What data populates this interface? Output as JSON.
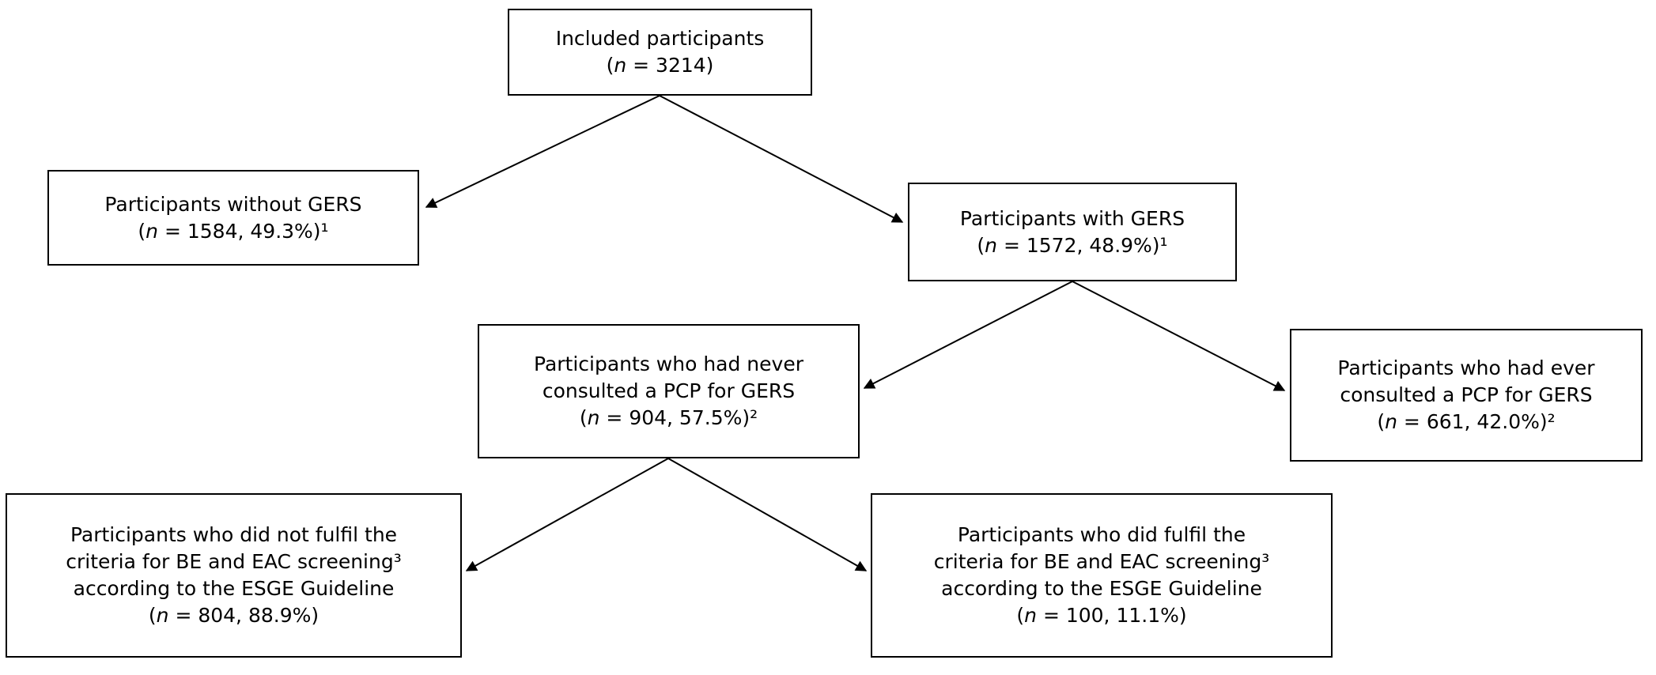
{
  "diagram": {
    "background_color": "#ffffff",
    "line_color": "#000000",
    "boxes": {
      "included": {
        "lines": [
          "Included participants"
        ],
        "stat": {
          "open": "(",
          "sym": "n",
          "rest": " = 3214)"
        }
      },
      "without_gers": {
        "lines": [
          "Participants without GERS"
        ],
        "stat": {
          "open": "(",
          "sym": "n",
          "rest": " = 1584, 49.3%)¹"
        }
      },
      "with_gers": {
        "lines": [
          "Participants with GERS"
        ],
        "stat": {
          "open": "(",
          "sym": "n",
          "rest": " = 1572, 48.9%)¹"
        }
      },
      "never_consulted": {
        "lines": [
          "Participants who had never",
          "consulted a PCP for GERS"
        ],
        "stat": {
          "open": "(",
          "sym": "n",
          "rest": " = 904, 57.5%)²"
        }
      },
      "ever_consulted": {
        "lines": [
          "Participants who had ever",
          "consulted a PCP for GERS"
        ],
        "stat": {
          "open": "(",
          "sym": "n",
          "rest": " = 661, 42.0%)²"
        }
      },
      "did_not_fulfil": {
        "lines": [
          "Participants who did not fulfil the",
          "criteria for BE and EAC screening³",
          "according to the ESGE Guideline"
        ],
        "stat": {
          "open": "(",
          "sym": "n",
          "rest": " = 804, 88.9%)"
        }
      },
      "did_fulfil": {
        "lines": [
          "Participants who did fulfil the",
          "criteria for BE and EAC screening³",
          "according to the ESGE Guideline"
        ],
        "stat": {
          "open": "(",
          "sym": "n",
          "rest": " = 100, 11.1%)"
        }
      }
    }
  }
}
